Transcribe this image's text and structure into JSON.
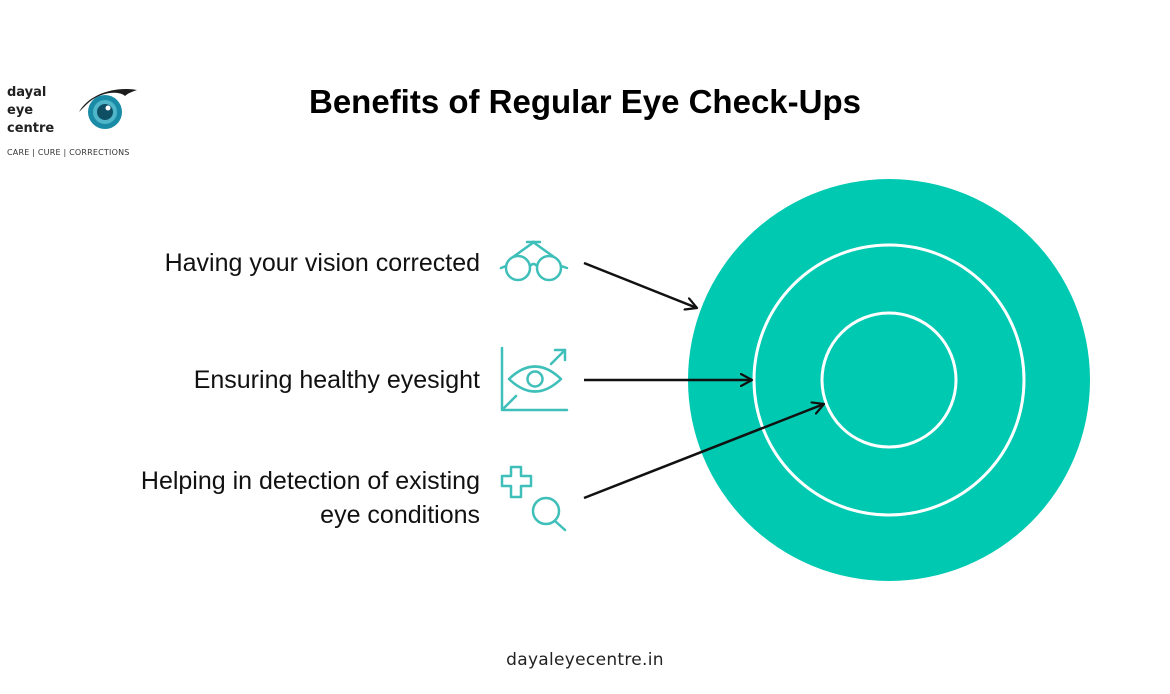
{
  "brand": {
    "name_lines": [
      "dayal",
      "eye",
      "centre"
    ],
    "tagline": "CARE | CURE | CORRECTIONS"
  },
  "title": "Benefits of Regular Eye Check-Ups",
  "benefits": [
    {
      "label": "Having your vision corrected",
      "icon": "glasses-icon"
    },
    {
      "label": "Ensuring healthy eyesight",
      "icon": "eye-chart-icon"
    },
    {
      "label_lines": [
        "Helping in detection of existing",
        "eye conditions"
      ],
      "icon": "medical-search-icon"
    }
  ],
  "colors": {
    "accent": "#00C9B1",
    "ring": "#ffffff",
    "icon": "#3FBFB9",
    "logo_blue": "#1A8BA6"
  },
  "footer": "dayaleyecentre.in"
}
